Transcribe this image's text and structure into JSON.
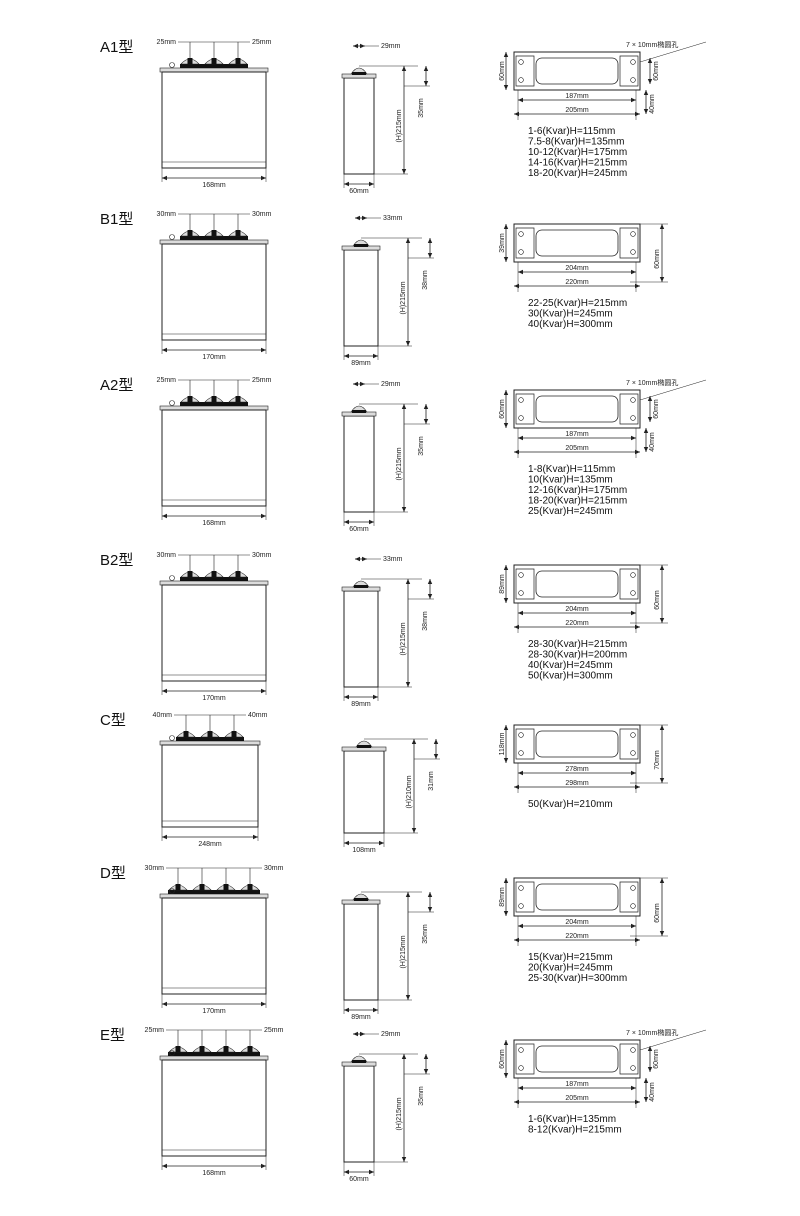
{
  "colors": {
    "line": "#222222",
    "body": "#ffffff",
    "cap": "#dcdcdc",
    "terminal": "#111111"
  },
  "mount_note": "7 × 10mm椭圆孔",
  "sections": [
    {
      "label": "A1型",
      "terminals": 3,
      "front_spacing": [
        "25mm",
        "25mm"
      ],
      "front_width": "168mm",
      "side_top": "29mm",
      "side_h": "(H)215mm",
      "side_35": "35mm",
      "side_width": "60mm",
      "plan": {
        "kind": "A",
        "bracket_w": "60mm",
        "inner": "187mm",
        "outer": "205mm",
        "vert": "40mm",
        "note": true
      },
      "specs": [
        "1-6(Kvar)H=115mm",
        "7.5-8(Kvar)H=135mm",
        "10-12(Kvar)H=175mm",
        "14-16(Kvar)H=215mm",
        "18-20(Kvar)H=245mm"
      ]
    },
    {
      "label": "B1型",
      "terminals": 3,
      "front_spacing": [
        "30mm",
        "30mm"
      ],
      "front_width": "170mm",
      "side_top": "33mm",
      "side_h": "(H)215mm",
      "side_35": "38mm",
      "side_width": "89mm",
      "plan": {
        "kind": "B",
        "left_h": "39mm",
        "inner": "204mm",
        "outer": "220mm",
        "vert": "60mm",
        "note": false
      },
      "specs": [
        "22-25(Kvar)H=215mm",
        "30(Kvar)H=245mm",
        "40(Kvar)H=300mm"
      ]
    },
    {
      "label": "A2型",
      "terminals": 3,
      "front_spacing": [
        "25mm",
        "25mm"
      ],
      "front_width": "168mm",
      "side_top": "29mm",
      "side_h": "(H)215mm",
      "side_35": "35mm",
      "side_width": "60mm",
      "plan": {
        "kind": "A",
        "bracket_w": "60mm",
        "inner": "187mm",
        "outer": "205mm",
        "vert": "40mm",
        "note": true
      },
      "specs": [
        "1-8(Kvar)H=115mm",
        "10(Kvar)H=135mm",
        "12-16(Kvar)H=175mm",
        "18-20(Kvar)H=215mm",
        "25(Kvar)H=245mm"
      ]
    },
    {
      "label": "B2型",
      "terminals": 3,
      "front_spacing": [
        "30mm",
        "30mm"
      ],
      "front_width": "170mm",
      "side_top": "33mm",
      "side_h": "(H)215mm",
      "side_35": "38mm",
      "side_width": "89mm",
      "plan": {
        "kind": "B",
        "left_h": "89mm",
        "inner": "204mm",
        "outer": "220mm",
        "vert": "60mm",
        "note": false
      },
      "specs": [
        "28-30(Kvar)H=215mm",
        "28-30(Kvar)H=200mm",
        "40(Kvar)H=245mm",
        "50(Kvar)H=300mm"
      ]
    },
    {
      "label": "C型",
      "terminals": 3,
      "front_spacing": [
        "40mm",
        "40mm"
      ],
      "front_width": "248mm",
      "side_top": "",
      "side_h": "(H)210mm",
      "side_35": "31mm",
      "side_width": "108mm",
      "plan": {
        "kind": "B",
        "left_h": "118mm",
        "inner": "278mm",
        "outer": "298mm",
        "vert": "70mm",
        "note": false
      },
      "specs": [
        "50(Kvar)H=210mm"
      ]
    },
    {
      "label": "D型",
      "terminals": 4,
      "front_spacing": [
        "30mm",
        "30mm"
      ],
      "front_width": "170mm",
      "side_top": "",
      "side_h": "(H)215mm",
      "side_35": "35mm",
      "side_width": "89mm",
      "plan": {
        "kind": "B",
        "left_h": "89mm",
        "inner": "204mm",
        "outer": "220mm",
        "vert": "60mm",
        "note": false
      },
      "specs": [
        "15(Kvar)H=215mm",
        "20(Kvar)H=245mm",
        "25-30(Kvar)H=300mm"
      ]
    },
    {
      "label": "E型",
      "terminals": 4,
      "front_spacing": [
        "25mm",
        "25mm"
      ],
      "front_width": "168mm",
      "side_top": "29mm",
      "side_h": "(H)215mm",
      "side_35": "35mm",
      "side_width": "60mm",
      "plan": {
        "kind": "A",
        "bracket_w": "60mm",
        "inner": "187mm",
        "outer": "205mm",
        "vert": "40mm",
        "note": true
      },
      "specs": [
        "1-6(Kvar)H=135mm",
        "8-12(Kvar)H=215mm"
      ]
    }
  ]
}
